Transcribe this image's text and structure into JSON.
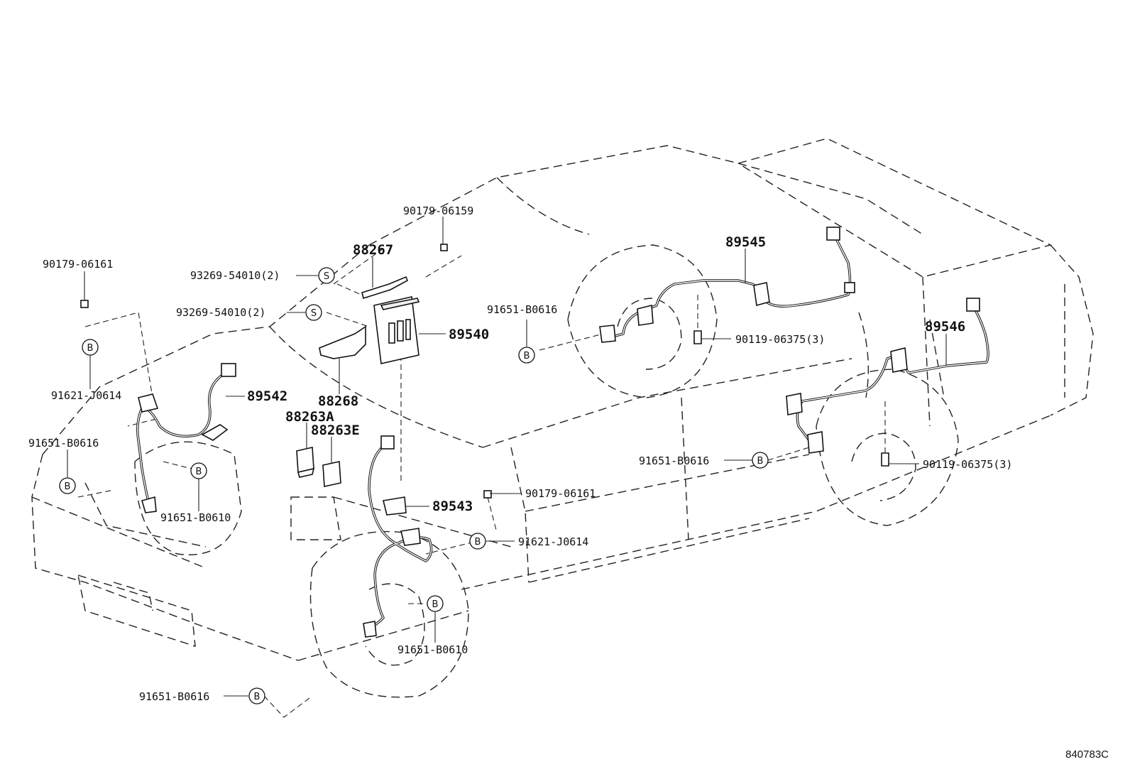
{
  "labels": {
    "p90179_06159": "90179-06159",
    "p88267": "88267",
    "p90179_06161_a": "90179-06161",
    "p93269_54010_a": "93269-54010(2)",
    "p93269_54010_b": "93269-54010(2)",
    "p89540": "89540",
    "p91621_j0614_a": "91621-J0614",
    "p89542": "89542",
    "p88268": "88268",
    "p88263a": "88263A",
    "p88263e": "88263E",
    "p91651_b0616_a": "91651-B0616",
    "p91651_b0610_a": "91651-B0610",
    "p89543": "89543",
    "p90179_06161_b": "90179-06161",
    "p91621_j0614_b": "91621-J0614",
    "p91651_b0610_b": "91651-B0610",
    "p91651_b0616_b": "91651-B0616",
    "p89545": "89545",
    "p91651_b0616_c": "91651-B0616",
    "p90119_06375_a": "90119-06375(3)",
    "p89546": "89546",
    "p91651_b0616_d": "91651-B0616",
    "p90119_06375_b": "90119-06375(3)"
  },
  "symbols": {
    "bolt": "B",
    "screw": "S"
  },
  "catalog_number": "840783C"
}
